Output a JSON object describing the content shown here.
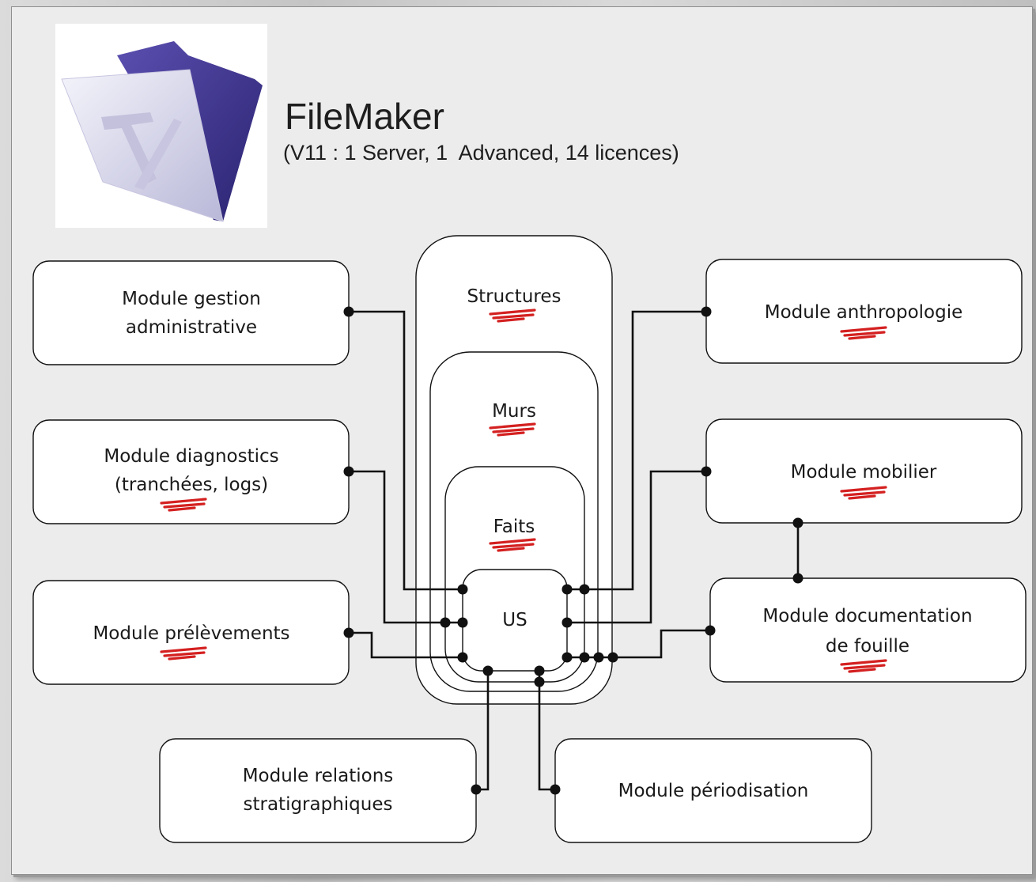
{
  "header": {
    "title": "FileMaker",
    "subtitle": "(V11 : 1 Server, 1  Advanced, 14 licences)",
    "logo": "filemaker-logo"
  },
  "core": {
    "structures": "Structures",
    "murs": "Murs",
    "faits": "Faits",
    "us": "US"
  },
  "modules": {
    "gestion": [
      "Module gestion",
      "administrative"
    ],
    "diagnostics": [
      "Module diagnostics",
      "(tranchées, logs)"
    ],
    "prelevements": [
      "Module prélèvements"
    ],
    "relations": [
      "Module relations",
      "stratigraphiques"
    ],
    "periodisation": [
      "Module périodisation"
    ],
    "anthropologie": [
      "Module anthropologie"
    ],
    "mobilier": [
      "Module mobilier"
    ],
    "documentation": [
      "Module documentation",
      "de fouille"
    ]
  },
  "colors": {
    "accent_mark": "#d42020",
    "logo_purple": "#4a3f9e"
  }
}
